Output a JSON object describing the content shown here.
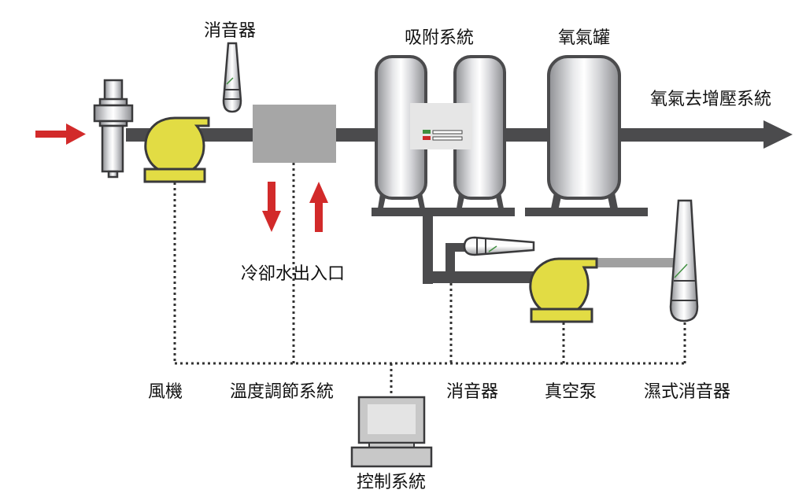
{
  "labels": {
    "top_silencer": "消音器",
    "adsorption": "吸附系統",
    "oxygen_tank": "氧氣罐",
    "output": "氧氣去增壓系統",
    "cooling_water": "冷卻水出入口",
    "blower": "風機",
    "temperature": "溫度調節系統",
    "silencer": "消音器",
    "vacuum_pump": "真空泵",
    "wet_silencer": "濕式消音器",
    "control": "控制系統"
  },
  "colors": {
    "pipe": "#4b4b4d",
    "flow_arrow": "#d22a2a",
    "equipment_yellow": "#e2dc44",
    "heat_exchanger": "#a6a6a6",
    "status_green": "#3f8f3f",
    "status_red": "#cc2a2a"
  }
}
